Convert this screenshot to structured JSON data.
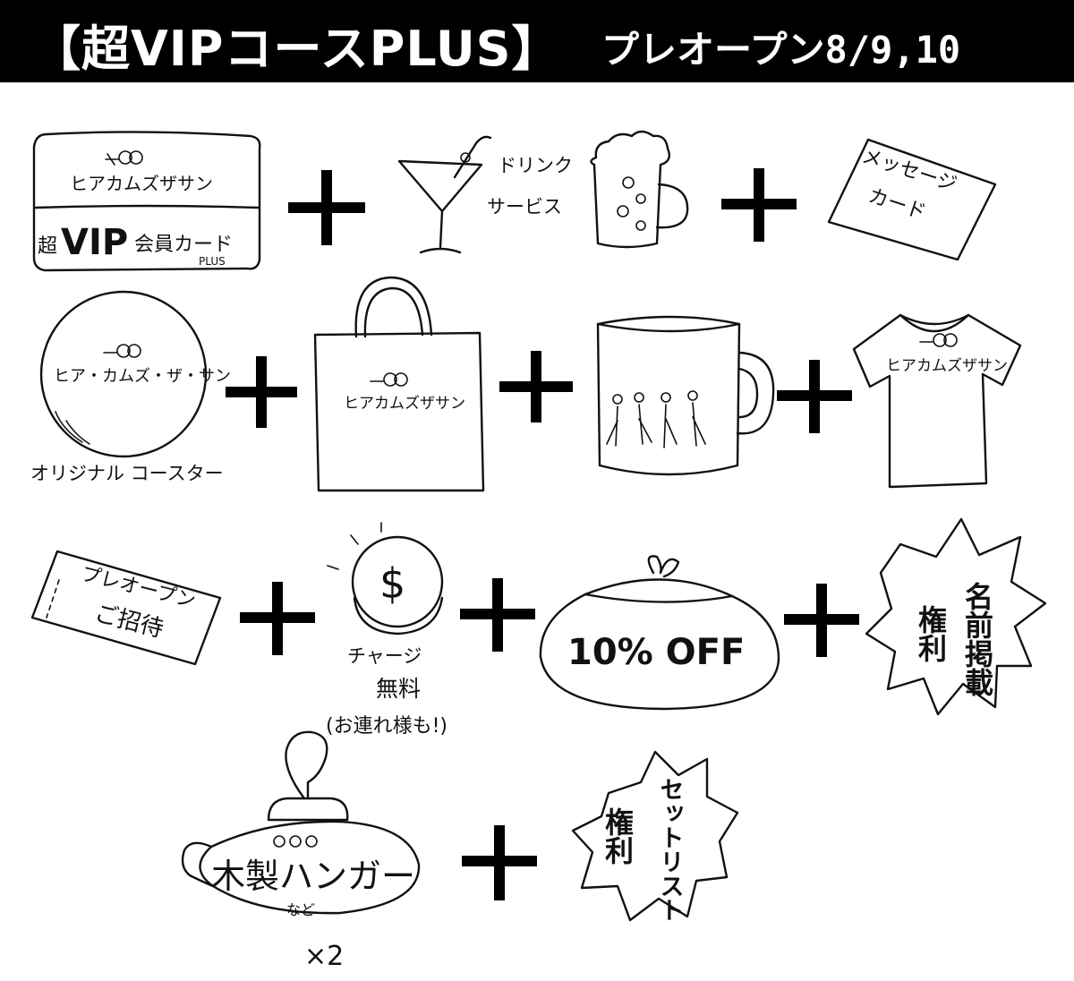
{
  "header": {
    "title": "【超VIPコースPLUS】",
    "subtitle": "プレオープン8/9,10"
  },
  "items": {
    "vip_card": {
      "brand": "ヒアカムズザサン",
      "prefix": "超",
      "main": "VIP",
      "suffix": "会員カード",
      "plus": "PLUS"
    },
    "drink": {
      "line1": "ドリンク",
      "line2": "サービス"
    },
    "message_card": {
      "line1": "メッセージ",
      "line2": "カード"
    },
    "coaster": {
      "disc": "ヒア・カムズ・ザ・サン",
      "caption": "オリジナル コースター"
    },
    "tote": {
      "brand": "ヒアカムズザサン"
    },
    "tshirt": {
      "brand": "ヒアカムズザサン"
    },
    "ticket": {
      "line1": "プレオープン",
      "line2": "ご招待"
    },
    "charge": {
      "symbol": "$",
      "line1": "チャージ",
      "line2": "無料",
      "line3": "(お連れ様も!)"
    },
    "purse": {
      "text": "10% OFF"
    },
    "name_right": {
      "col1": "名前掲載",
      "col2": "権利"
    },
    "hanger": {
      "text": "木製ハンガー",
      "small": "など",
      "count": "×2"
    },
    "setlist_right": {
      "col1": "セットリスト",
      "col2": "権利"
    }
  },
  "colors": {
    "ink": "#111111",
    "banner": "#000000",
    "paper": "#ffffff"
  }
}
